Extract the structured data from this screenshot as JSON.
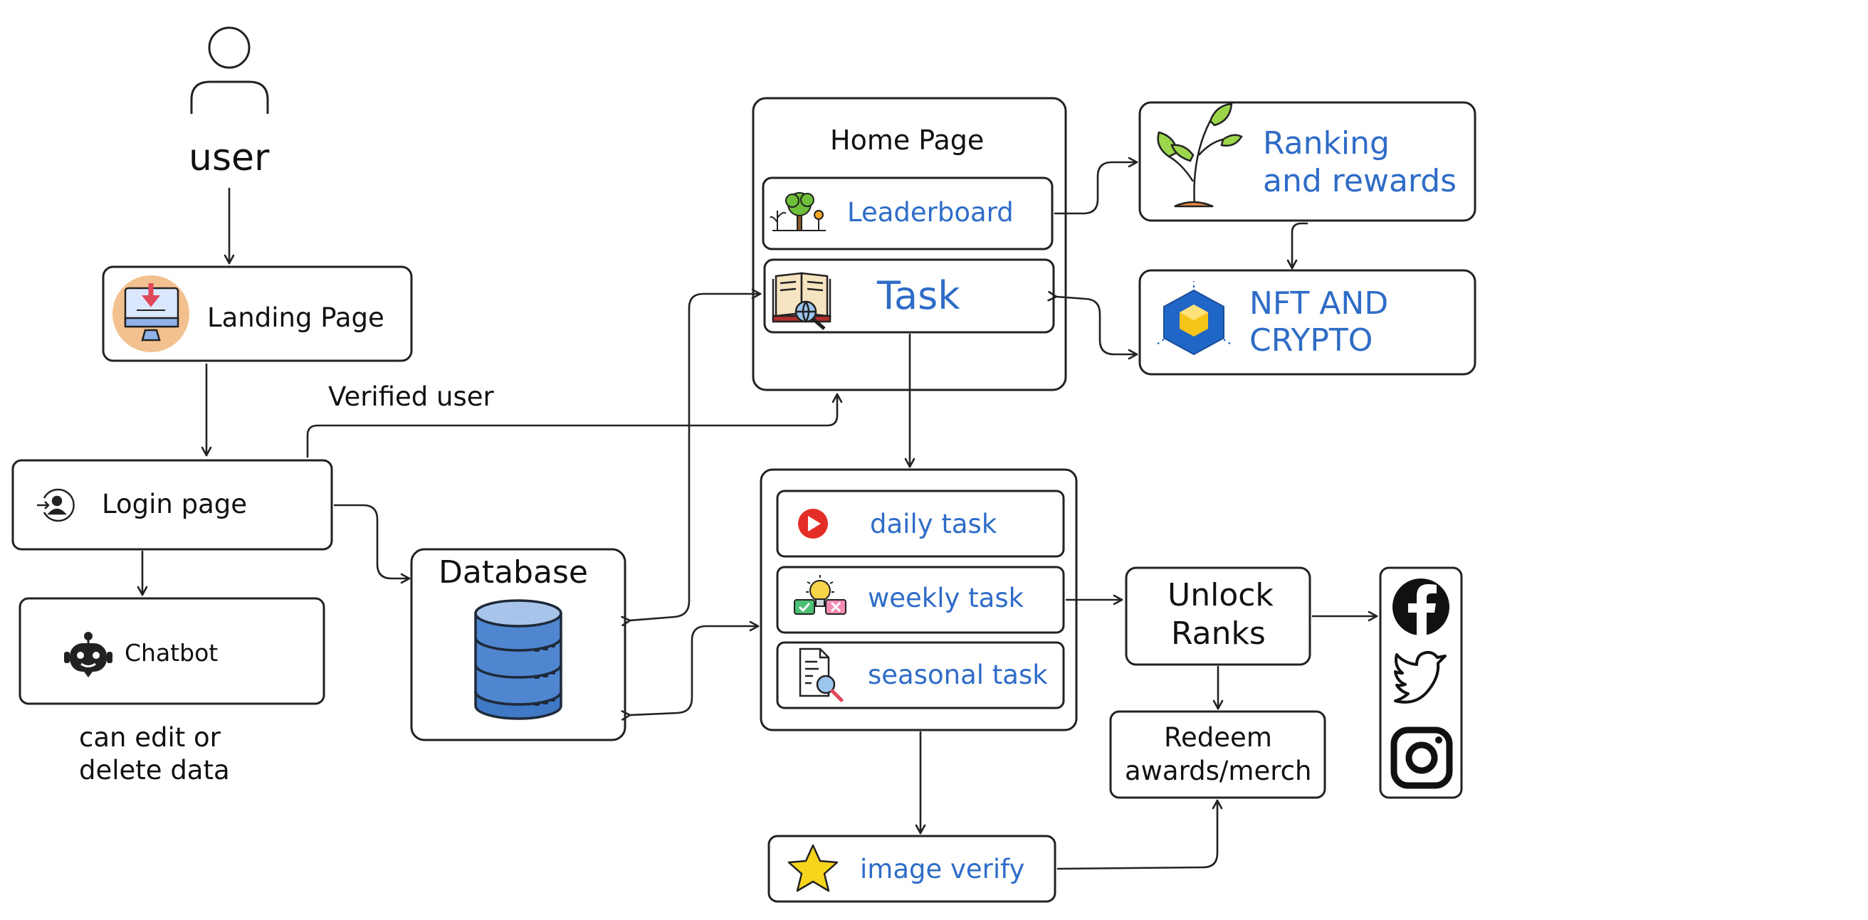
{
  "user": {
    "label": "user"
  },
  "landing_page": {
    "label": "Landing Page"
  },
  "verified_user": {
    "label": "Verified user"
  },
  "login_page": {
    "label": "Login page"
  },
  "chatbot": {
    "label": "Chatbot"
  },
  "edit_note": {
    "line1": "can edit or",
    "line2": "delete data"
  },
  "database": {
    "label": "Database"
  },
  "home_page": {
    "title": "Home Page",
    "leaderboard": "Leaderboard",
    "task": "Task"
  },
  "ranking": {
    "line1": "Ranking",
    "line2": "and rewards"
  },
  "nft": {
    "line1": "NFT AND",
    "line2": "CRYPTO"
  },
  "tasks": {
    "daily": "daily task",
    "weekly": "weekly task",
    "seasonal": "seasonal task"
  },
  "unlock": {
    "line1": "Unlock",
    "line2": "Ranks"
  },
  "redeem": {
    "line1": "Redeem",
    "line2": "awards/merch"
  },
  "image_verify": {
    "label": "image verify"
  },
  "social": {
    "icons": [
      "facebook-icon",
      "twitter-icon",
      "instagram-icon"
    ]
  },
  "colors": {
    "label_blue": "#2f6cc8",
    "stroke": "#222222",
    "db_blue": "#4f86cf",
    "star": "#f7d51d",
    "youtube": "#e52d27"
  }
}
